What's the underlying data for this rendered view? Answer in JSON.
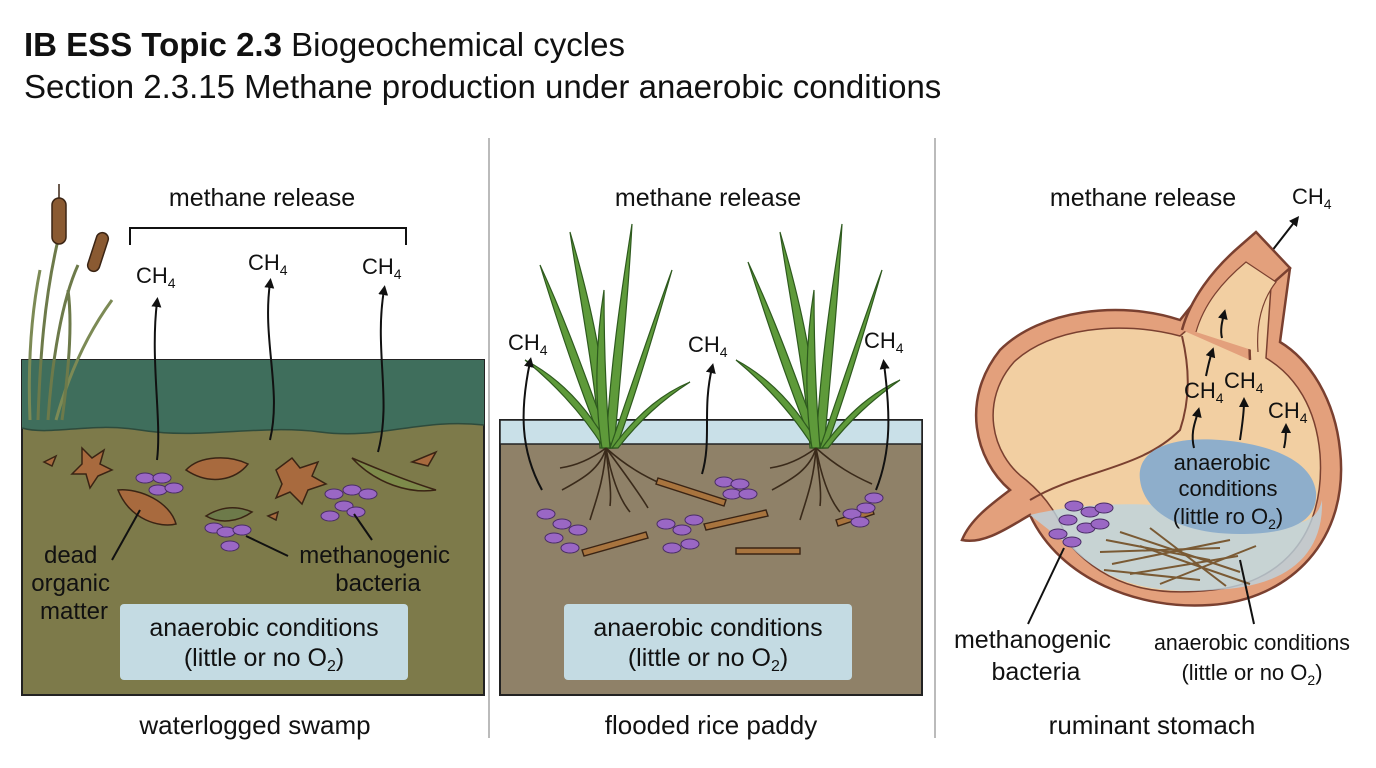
{
  "title": {
    "bold": "IB ESS Topic 2.3",
    "rest": "Biogeochemical cycles",
    "subtitle": "Section 2.3.15 Methane production under anaerobic conditions"
  },
  "chem": {
    "ch": "CH",
    "sub4": "4",
    "o": "O",
    "sub2": "2"
  },
  "panels": {
    "swamp": {
      "heading": "methane release",
      "caption": "waterlogged swamp",
      "label_dead": [
        "dead",
        "organic",
        "matter"
      ],
      "label_bacteria": [
        "methanogenic",
        "bacteria"
      ],
      "box_line1": "anaerobic conditions",
      "box_line2_pre": "(little or no ",
      "box_line2_post": ")"
    },
    "rice": {
      "heading": "methane release",
      "caption": "flooded rice paddy",
      "box_line1": "anaerobic conditions",
      "box_line2_pre": "(little or no ",
      "box_line2_post": ")"
    },
    "rumen": {
      "heading": "methane release",
      "caption": "ruminant stomach",
      "inner_line1": "anaerobic",
      "inner_line2": "conditions",
      "inner_line3_pre": "(little ro ",
      "inner_line3_post": ")",
      "label_bacteria": [
        "methanogenic",
        "bacteria"
      ],
      "outer_line1": "anaerobic conditions",
      "outer_line2_pre": "(little or no ",
      "outer_line2_post": ")"
    }
  },
  "colors": {
    "swamp_water": "#3f6e5c",
    "swamp_mud": "#7d7a4a",
    "paddy_water": "#c9e0e8",
    "paddy_soil": "#8f8168",
    "label_box": "#c4dbe3",
    "bacteria": "#9a67c4",
    "leaf": "#a86a3e",
    "grass": "#5e9a3a",
    "stomach_wall": "#e3a07c",
    "stomach_inner": "#f2cfa2",
    "gas_pocket": "#8eaecb"
  }
}
